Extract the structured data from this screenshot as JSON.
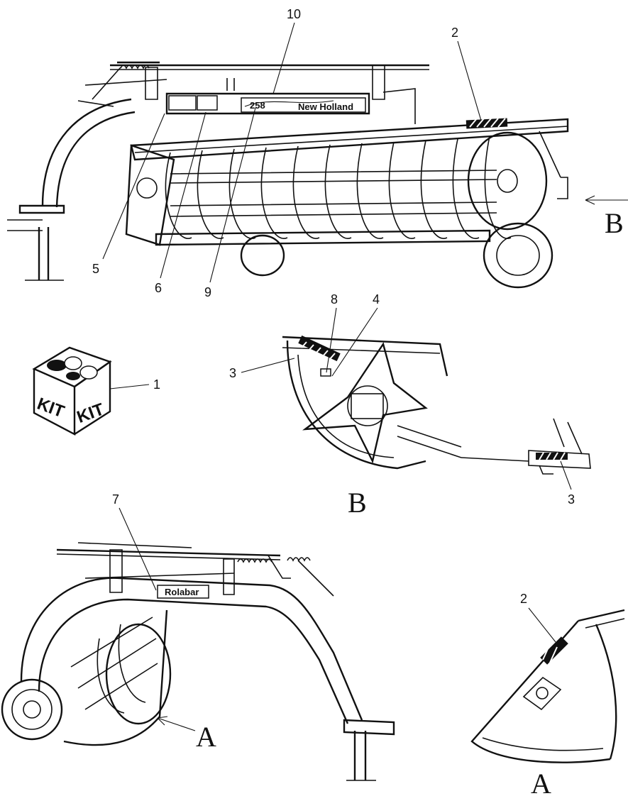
{
  "callouts": {
    "c1": "1",
    "c2_top": "2",
    "c2_detail": "2",
    "c3_left": "3",
    "c3_right": "3",
    "c4": "4",
    "c5": "5",
    "c6": "6",
    "c7": "7",
    "c8": "8",
    "c9": "9",
    "c10": "10"
  },
  "view_labels": {
    "view_b_arrow": "B",
    "view_b_detail": "B",
    "view_a_arrow": "A",
    "view_a_detail": "A"
  },
  "decals": {
    "model_number": "258",
    "brand": "New Holland",
    "rolabar": "Rolabar"
  },
  "kit": {
    "left_label": "KIT",
    "right_label": "KIT"
  }
}
